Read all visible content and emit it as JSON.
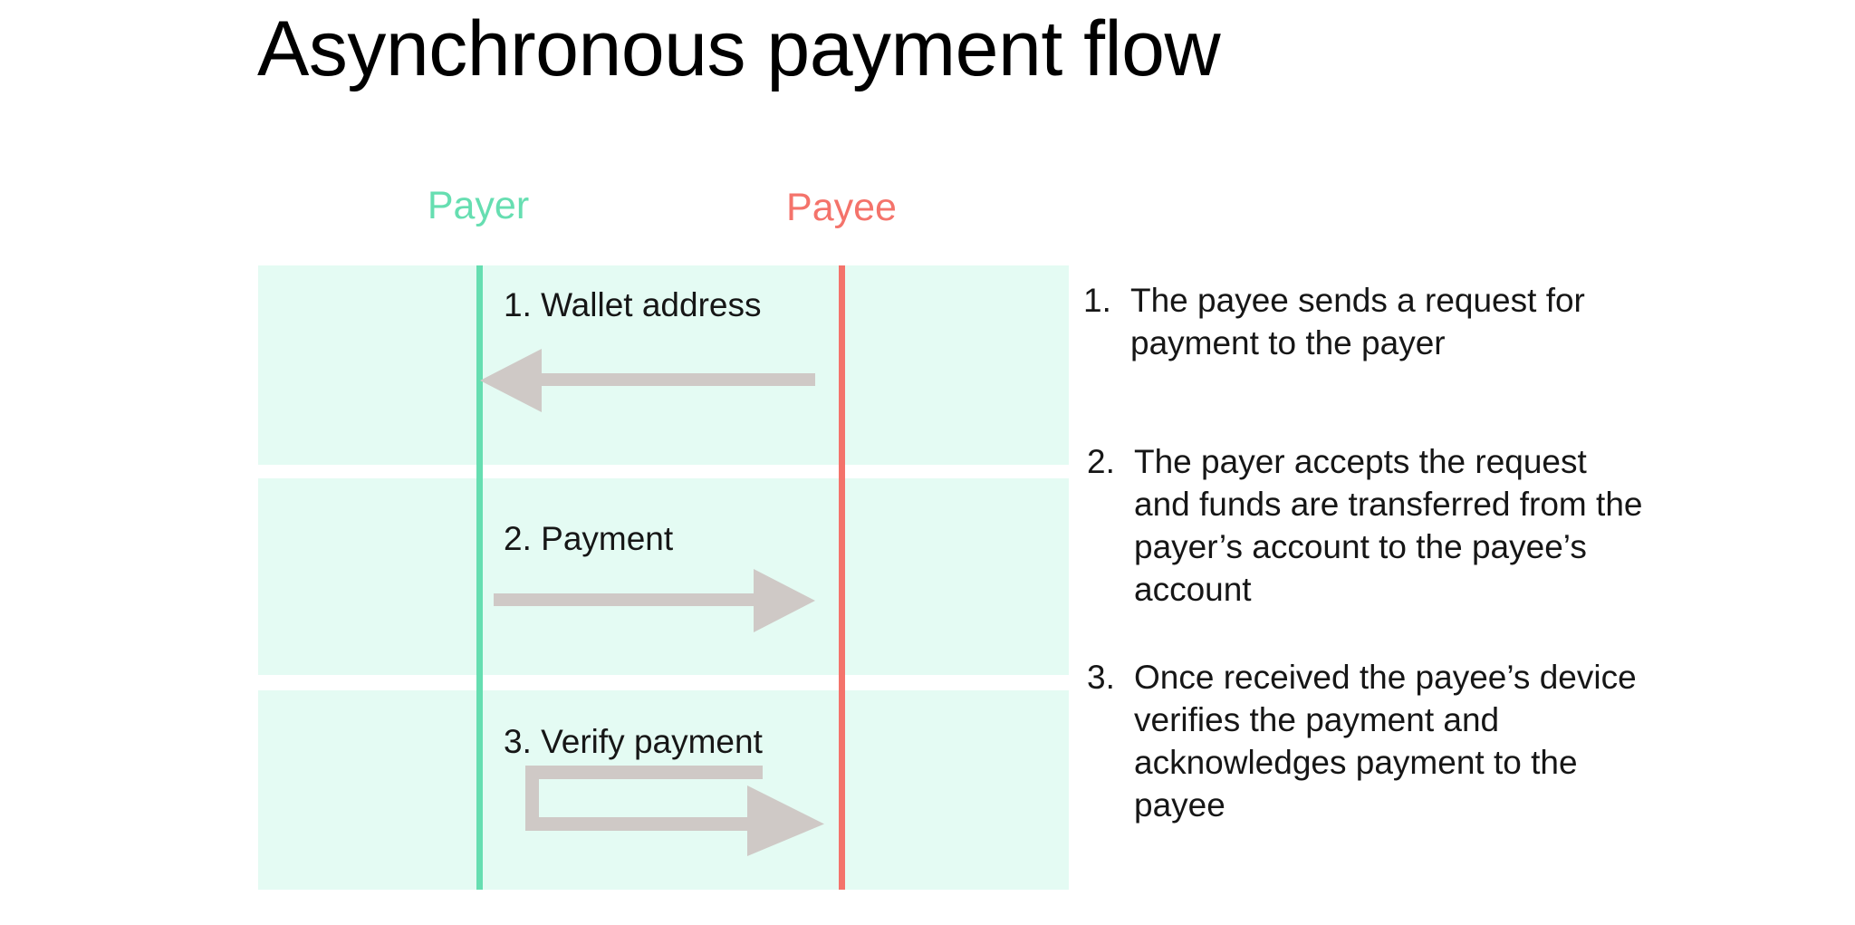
{
  "slide": {
    "title": "Asynchronous payment flow",
    "background_color": "#ffffff"
  },
  "colors": {
    "payer_accent": "#66DEB1",
    "payee_accent": "#F4736B",
    "band_background": "#E4FBF3",
    "arrow": "#CFC9C6",
    "text": "#161616"
  },
  "actors": {
    "payer": "Payer",
    "payee": "Payee"
  },
  "steps": [
    {
      "label": "1. Wallet address",
      "direction": "payee-to-payer",
      "arrow_icon": "arrow-left-icon"
    },
    {
      "label": "2. Payment",
      "direction": "payer-to-payee",
      "arrow_icon": "arrow-right-icon"
    },
    {
      "label": "3. Verify payment",
      "direction": "self-loop-to-payee",
      "arrow_icon": "arrow-loop-right-icon"
    }
  ],
  "notes": [
    {
      "number": "1.",
      "text": "The payee sends a request for payment to the payer"
    },
    {
      "number": "2.",
      "text": "The payer accepts the request and funds are transferred from the payer’s account to the payee’s account"
    },
    {
      "number": "3.",
      "text": "Once received the payee’s device verifies the payment and acknowledges payment to the payee"
    }
  ]
}
